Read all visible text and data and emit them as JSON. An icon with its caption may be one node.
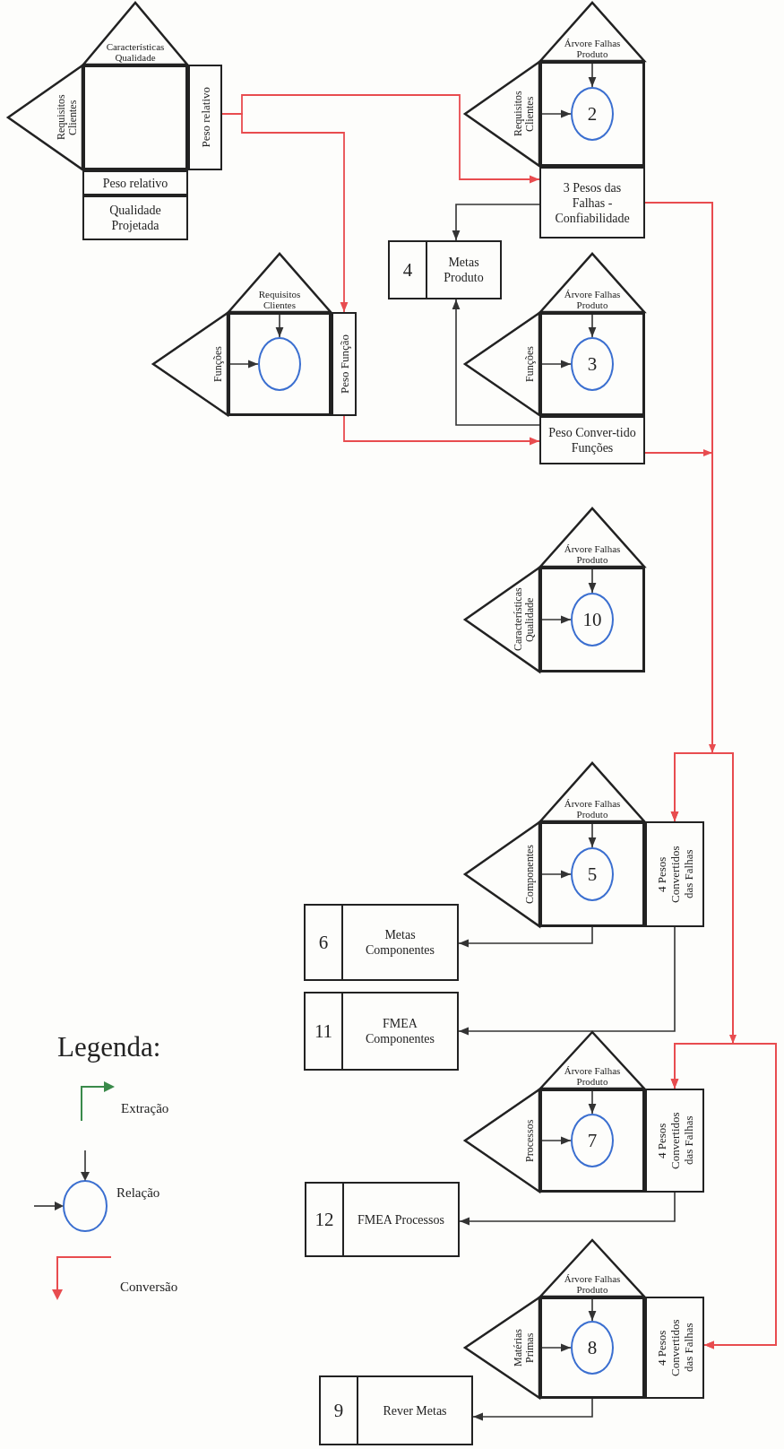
{
  "diagram": {
    "nodes": [
      {
        "text": [
          "Características Qualidade"
        ]
      },
      {
        "text": [
          "Requisitos Clientes"
        ]
      },
      {
        "text": [],
        "shape": "box"
      },
      {
        "text": [
          "Peso relativo"
        ]
      },
      {
        "text": [
          "Peso relativo"
        ]
      },
      {
        "text": [
          "Qualidade Projetada"
        ]
      },
      {
        "text": [
          "Árvore Falhas Produto"
        ]
      },
      {
        "text": [
          "Requisitos Clientes"
        ]
      },
      {
        "text": [],
        "shape": "box"
      },
      {
        "text": [
          "2"
        ],
        "in": 8
      },
      {
        "text": [
          "3 Pesos das Falhas - Confiabilidade"
        ]
      },
      {
        "text": [
          "4",
          "Metas Produto"
        ]
      },
      {
        "text": [
          "Requisitos Clientes"
        ]
      },
      {
        "text": [
          "Funções"
        ]
      },
      {
        "text": [],
        "shape": "box"
      },
      {
        "text": [],
        "shape": "circle",
        "in": 14
      },
      {
        "text": [
          "Peso Função"
        ]
      },
      {
        "text": [
          "Árvore Falhas Produto"
        ]
      },
      {
        "text": [
          "Funções"
        ]
      },
      {
        "text": [],
        "shape": "box"
      },
      {
        "text": [
          "3"
        ],
        "in": 19
      },
      {
        "text": [
          "Peso Conver-tido Funções"
        ]
      },
      {
        "text": [
          "Árvore Falhas Produto"
        ]
      },
      {
        "text": [
          "Características Qualidade"
        ]
      },
      {
        "text": [],
        "shape": "box"
      },
      {
        "text": [
          "10"
        ],
        "in": 24
      },
      {
        "text": [
          "Árvore Falhas Produto"
        ]
      },
      {
        "text": [
          "Componentes"
        ]
      },
      {
        "text": [],
        "shape": "box"
      },
      {
        "text": [
          "5"
        ],
        "in": 28
      },
      {
        "text": [
          "4 Pesos Convertidos das Falhas"
        ]
      },
      {
        "text": [
          "6",
          "Metas Componentes"
        ]
      },
      {
        "text": [
          "11",
          "FMEA Componentes"
        ]
      },
      {
        "text": [
          "Árvore Falhas Produto"
        ]
      },
      {
        "text": [
          "Processos"
        ]
      },
      {
        "text": [],
        "shape": "box"
      },
      {
        "text": [
          "7"
        ],
        "in": 35
      },
      {
        "text": [
          "4 Pesos Convertidos das Falhas"
        ]
      },
      {
        "text": [
          "12",
          "FMEA Processos"
        ]
      },
      {
        "text": [
          "Árvore Falhas Produto"
        ]
      },
      {
        "text": [
          "Matérias Primas"
        ]
      },
      {
        "text": [],
        "shape": "box"
      },
      {
        "text": [
          "8"
        ],
        "in": 41
      },
      {
        "text": [
          "4 Pesos Convertidos das Falhas"
        ]
      },
      {
        "text": [
          "9",
          "Rever Metas"
        ]
      }
    ],
    "edges": [
      {
        "from": 6,
        "to": 9,
        "arrow": "to"
      },
      {
        "from": 7,
        "to": 9,
        "arrow": "to"
      },
      {
        "from": 12,
        "to": 15,
        "arrow": "to"
      },
      {
        "from": 13,
        "to": 15,
        "arrow": "to"
      },
      {
        "from": 17,
        "to": 20,
        "arrow": "to"
      },
      {
        "from": 18,
        "to": 20,
        "arrow": "to"
      },
      {
        "from": 22,
        "to": 25,
        "arrow": "to"
      },
      {
        "from": 23,
        "to": 25,
        "arrow": "to"
      },
      {
        "from": 26,
        "to": 29,
        "arrow": "to"
      },
      {
        "from": 27,
        "to": 29,
        "arrow": "to"
      },
      {
        "from": 33,
        "to": 36,
        "arrow": "to"
      },
      {
        "from": 34,
        "to": 36,
        "arrow": "to"
      },
      {
        "from": 39,
        "to": 42,
        "arrow": "to"
      },
      {
        "from": 40,
        "to": 42,
        "arrow": "to"
      },
      {
        "from": 3,
        "to": 10,
        "arrow": "to",
        "color": "#e84c4f"
      },
      {
        "from": 3,
        "to": 16,
        "arrow": "to",
        "color": "#e84c4f"
      },
      {
        "from": 16,
        "to": 21,
        "arrow": "to",
        "color": "#e84c4f"
      },
      {
        "from": 10,
        "to": 30,
        "arrow": "to",
        "color": "#e84c4f"
      },
      {
        "from": 10,
        "to": 37,
        "arrow": "to",
        "color": "#e84c4f"
      },
      {
        "from": 10,
        "to": 43,
        "arrow": "to",
        "color": "#e84c4f"
      },
      {
        "from": 21,
        "to": 30,
        "arrow": "to",
        "color": "#e84c4f"
      },
      {
        "from": 21,
        "to": 37,
        "arrow": "to",
        "color": "#e84c4f"
      },
      {
        "from": 21,
        "to": 43,
        "arrow": "to",
        "color": "#e84c4f"
      },
      {
        "from": 10,
        "to": 11,
        "arrow": "to"
      },
      {
        "from": 21,
        "to": 11,
        "arrow": "to"
      },
      {
        "from": 28,
        "to": 31,
        "arrow": "to"
      },
      {
        "from": 30,
        "to": 32,
        "arrow": "to"
      },
      {
        "from": 37,
        "to": 38,
        "arrow": "to"
      },
      {
        "from": 41,
        "to": 44,
        "arrow": "to"
      }
    ],
    "labels": [
      "Legenda:"
    ],
    "legend": [
      {
        "text": "Extração"
      },
      {
        "text": "Relação"
      },
      {
        "text": "Conversão"
      }
    ]
  }
}
